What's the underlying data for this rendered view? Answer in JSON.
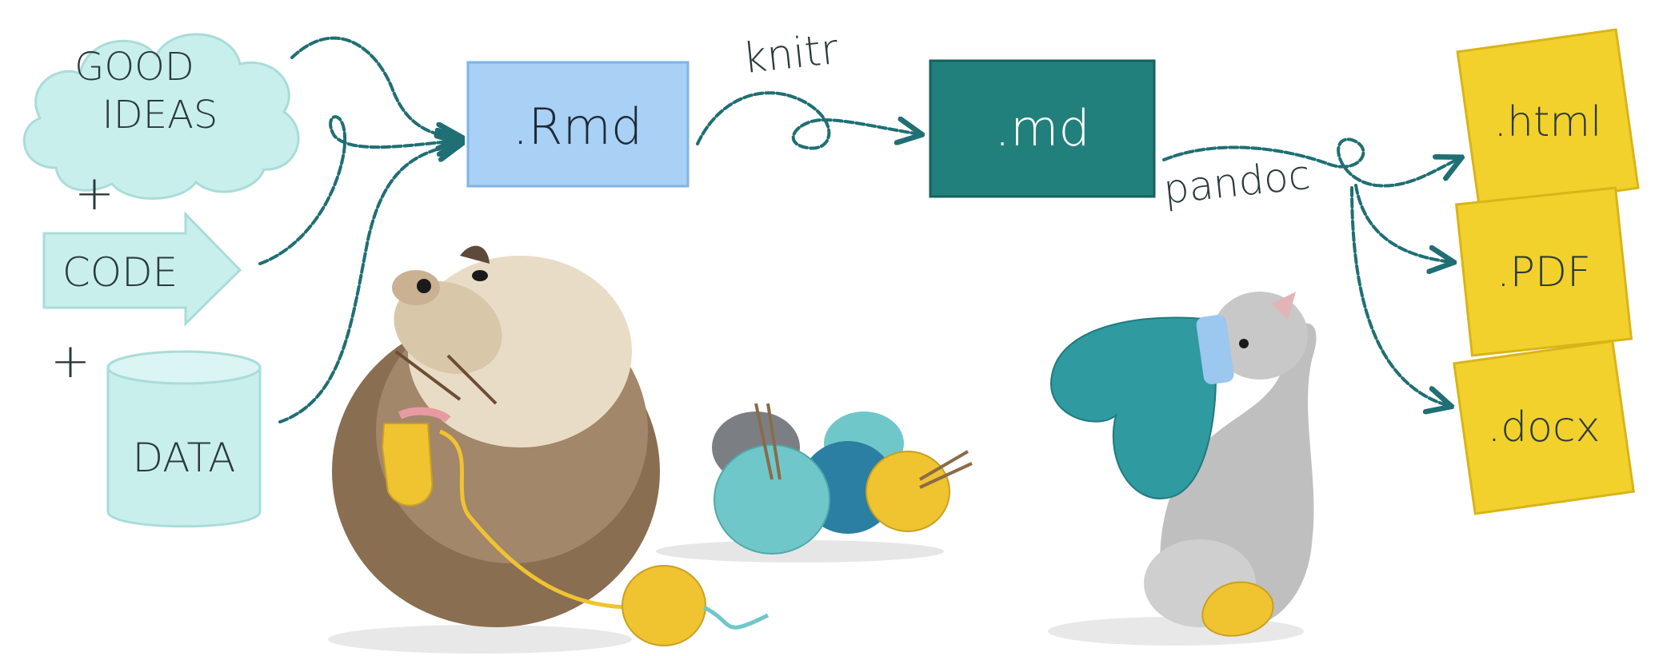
{
  "inputs": {
    "ideas": [
      "GOOD",
      "IDEAS"
    ],
    "code": "CODE",
    "data": "DATA",
    "plus": "+"
  },
  "files": {
    "rmd": ".Rmd",
    "md": ".md",
    "html": ".html",
    "pdf": ".PDF",
    "docx": ".docx"
  },
  "tools": {
    "knitr": "knitr",
    "pandoc": "pandoc"
  },
  "colors": {
    "cloud_fill": "#c9efed",
    "arrow": "#1f6f74",
    "rmd_fill": "#a9d0f5",
    "md_fill": "#21807c",
    "output_fill": "#f2d12c",
    "yarn_yellow": "#f0c330",
    "yarn_teal": "#6fc7c9",
    "yarn_blue": "#2a7fa3",
    "yarn_grey": "#7b7f84",
    "mitten_teal": "#2f9aa0"
  },
  "icons": [
    "cloud-icon",
    "code-arrow-icon",
    "database-icon",
    "hedgehog-illustration",
    "yarn-balls-illustration",
    "cat-illustration",
    "mitten-icon",
    "sock-icon"
  ]
}
